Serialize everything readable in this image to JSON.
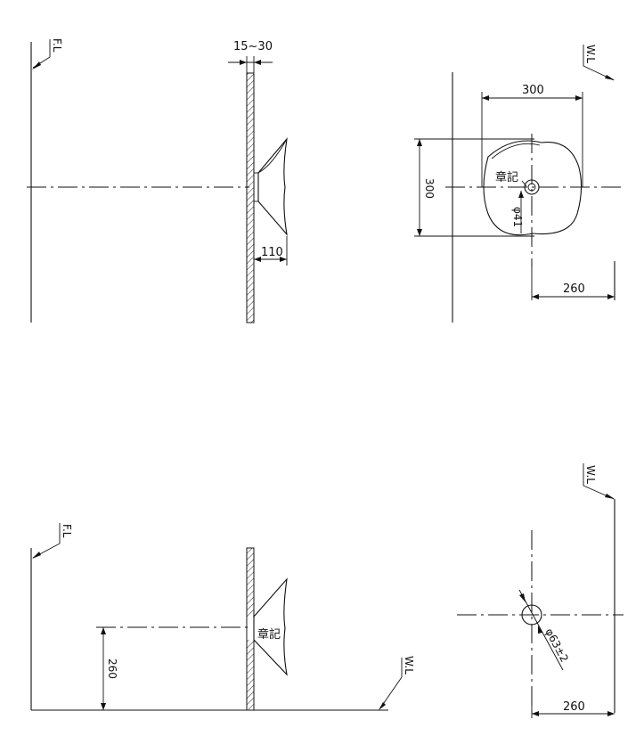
{
  "drawing": {
    "top_left": {
      "floor_label": "F.L",
      "dim_wall_thickness": "15~30",
      "dim_projection": "110"
    },
    "top_right": {
      "wall_label": "W.L",
      "dim_width": "300",
      "dim_depth": "300",
      "dim_offset": "260",
      "mark_label": "章記",
      "drain_dia": "φ41"
    },
    "bottom_left": {
      "floor_label": "F.L",
      "wall_label": "W.L",
      "mark_label": "章記",
      "dim_height": "260"
    },
    "bottom_right": {
      "wall_label": "W.L",
      "hole_dia": "φ63±2",
      "dim_offset": "260"
    }
  }
}
